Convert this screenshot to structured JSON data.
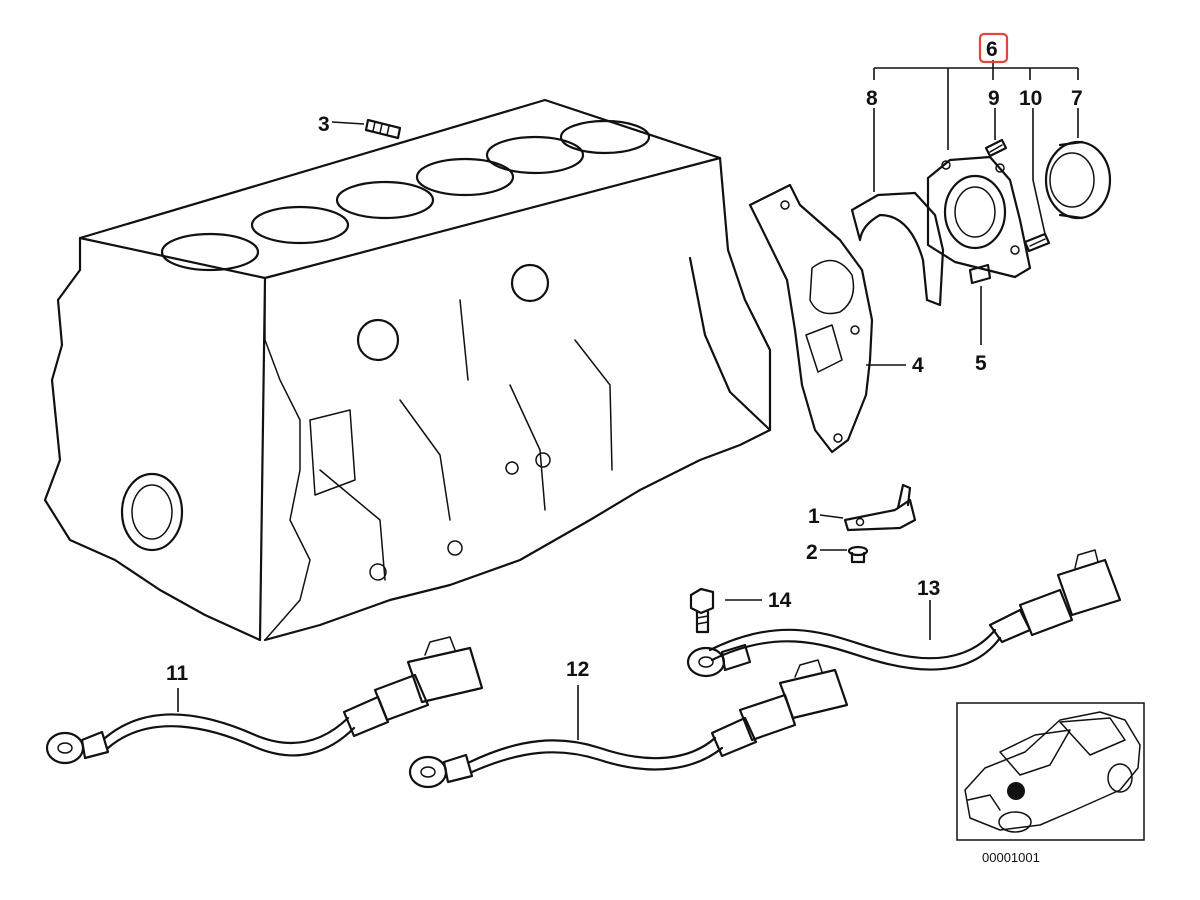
{
  "callouts": {
    "c1": "1",
    "c2": "2",
    "c3": "3",
    "c4": "4",
    "c5": "5",
    "c6": "6",
    "c7": "7",
    "c8": "8",
    "c9": "9",
    "c10": "10",
    "c11": "11",
    "c12": "12",
    "c13": "13",
    "c14": "14"
  },
  "highlight_color": "#e0453a",
  "inset": {
    "code": "00001001"
  }
}
